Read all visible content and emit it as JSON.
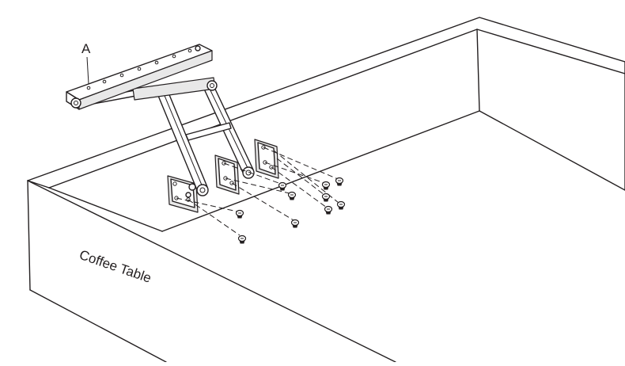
{
  "labels": {
    "part_a": "A",
    "table": "Coffee Table"
  },
  "colors": {
    "line": "#231f20",
    "background": "#ffffff",
    "part_fill": "#e8e8e8"
  },
  "screws": {
    "count": 10
  }
}
